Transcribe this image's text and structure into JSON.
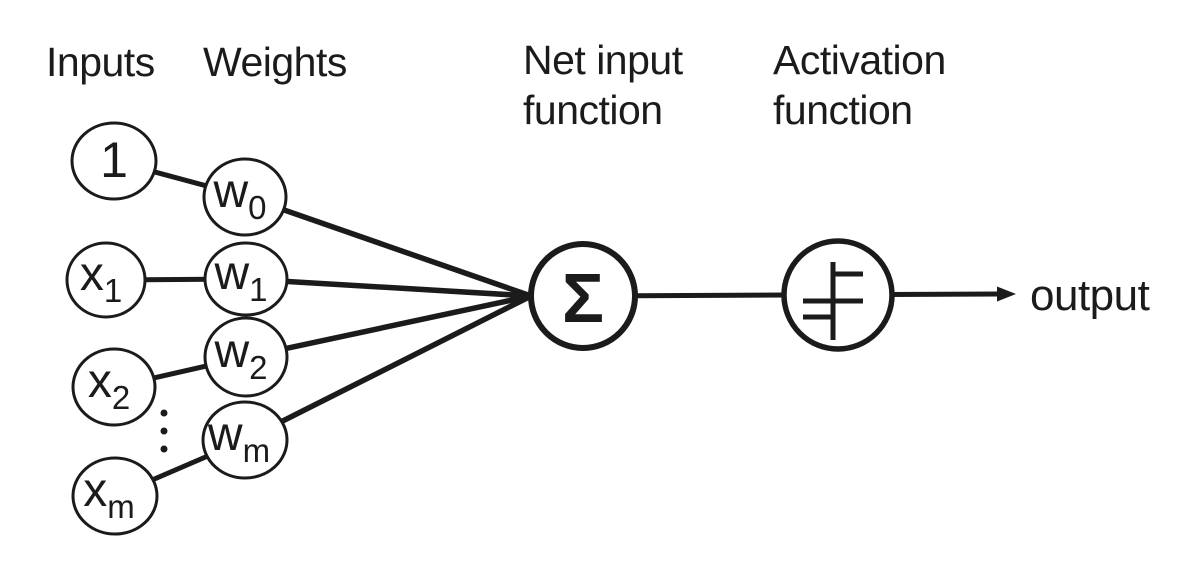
{
  "headers": {
    "inputs": "Inputs",
    "weights": "Weights",
    "net_input": [
      "Net input",
      "function"
    ],
    "activation": [
      "Activation",
      "function"
    ]
  },
  "nodes": {
    "inputs": [
      {
        "id": "bias",
        "base": "1",
        "sub": ""
      },
      {
        "id": "x1",
        "base": "x",
        "sub": "1"
      },
      {
        "id": "x2",
        "base": "x",
        "sub": "2"
      },
      {
        "id": "xm",
        "base": "x",
        "sub": "m"
      }
    ],
    "weights": [
      {
        "id": "w0",
        "base": "w",
        "sub": "0"
      },
      {
        "id": "w1",
        "base": "w",
        "sub": "1"
      },
      {
        "id": "w2",
        "base": "w",
        "sub": "2"
      },
      {
        "id": "wm",
        "base": "w",
        "sub": "m"
      }
    ],
    "sum": {
      "symbol": "Σ",
      "icon": "sigma-sum-icon"
    },
    "activation": {
      "icon": "step-function-icon"
    }
  },
  "ellipsis": "⋮",
  "output_label": "output",
  "colors": {
    "ink": "#1b1b1b",
    "background": "#ffffff"
  }
}
